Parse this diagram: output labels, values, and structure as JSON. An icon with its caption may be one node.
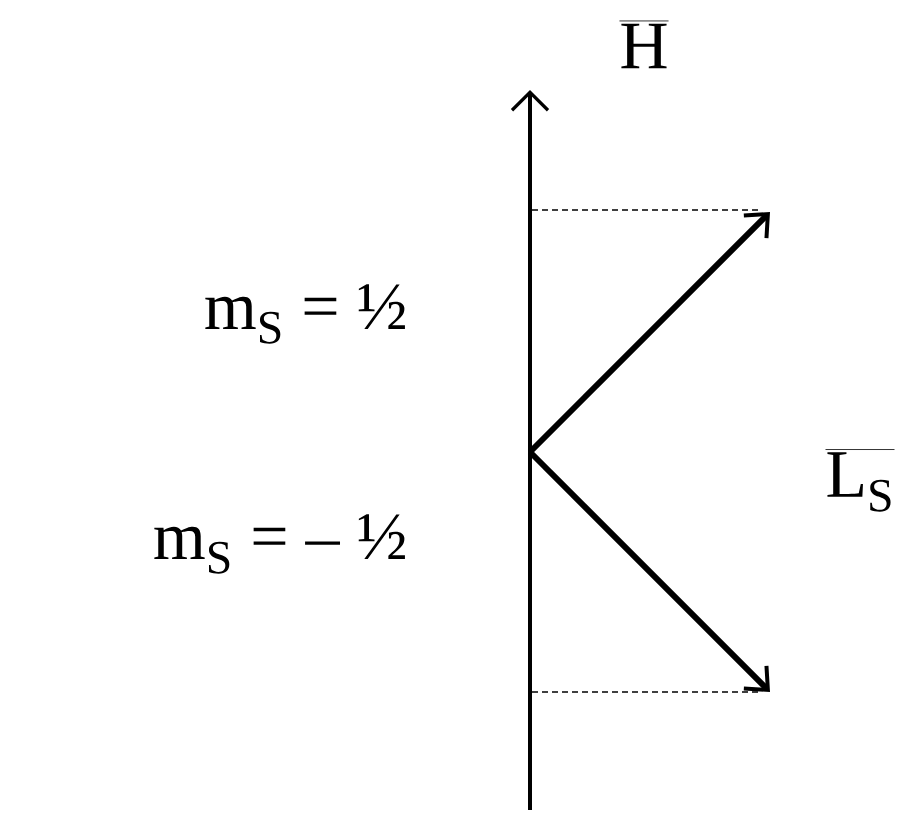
{
  "diagram": {
    "labels": [
      "H",
      "m$_{S}$ = ½",
      "m$_{S}$ = – ½",
      "L$_{S}$"
    ]
  }
}
